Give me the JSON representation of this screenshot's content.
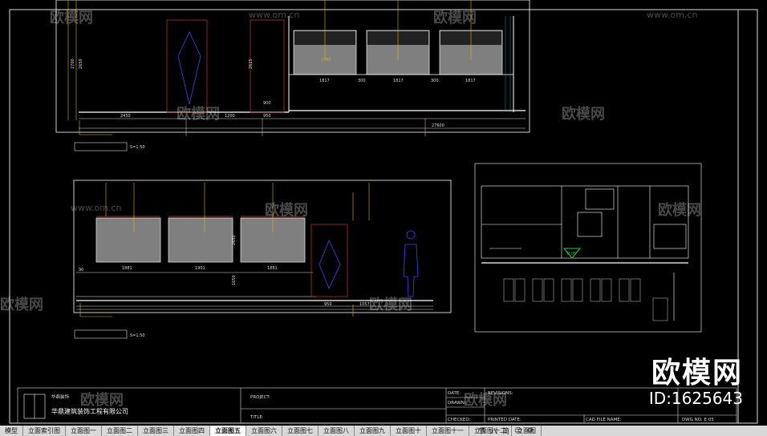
{
  "title_block": {
    "company_small": "华鼎装饰",
    "company": "华鼎建筑装饰工程有限公司",
    "project_label": "PROJECT:",
    "title_label": "TITLE:",
    "date_label": "DATE:",
    "drawn_label": "DRAWN:",
    "checked_label": "CHECKED:",
    "revisions_label": "REVISIONS:",
    "printed_date_label": "PRINTED DATE:",
    "cad_file_label": "CAD FILE NAME:",
    "dwg_no_label": "DWG NO. E-05"
  },
  "elevations": {
    "top_scale": "S=1:50",
    "bottom_scale": "S=1:50",
    "top_dims": [
      "2450",
      "1200",
      "950",
      "27600",
      "1817",
      "300",
      "1817",
      "300",
      "1817"
    ],
    "bottom_dims": [
      "1881",
      "1901",
      "1881",
      "950",
      "1057"
    ],
    "side_dims_top": [
      "2700",
      "2650",
      "2625"
    ],
    "side_dims_bottom": [
      "2650",
      "1650"
    ],
    "heights": [
      "90",
      "900",
      "1767"
    ]
  },
  "plan_marker": "E-05",
  "watermark": {
    "brand": "欧模网",
    "url": "www.om.cn",
    "id": "ID:1625643"
  },
  "tabs": [
    "模型",
    "立面索引图",
    "立面图一",
    "立面图二",
    "立面图三",
    "立面图四",
    "立面图五",
    "立面图六",
    "立面图七",
    "立面图八",
    "立面图九",
    "立面图十",
    "立面图十一",
    "立面图十二",
    "立面图"
  ],
  "active_tab": 6,
  "status_icons": [
    "节",
    "八",
    "简",
    "☺",
    "⚙"
  ],
  "colors": {
    "accent_yellow": "#e0b400",
    "cyan": "#00d6d6",
    "blue": "#2a4bff",
    "red": "#c0392b",
    "green": "#22cc44"
  }
}
